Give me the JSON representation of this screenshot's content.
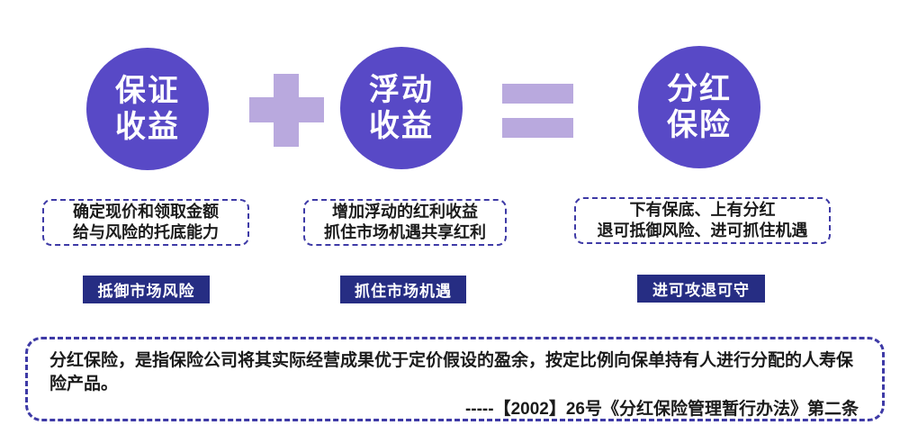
{
  "equation": {
    "term1": {
      "line1": "保证",
      "line2": "收益"
    },
    "operator_plus": "+",
    "term2": {
      "line1": "浮动",
      "line2": "收益"
    },
    "operator_equals": "=",
    "result": {
      "line1": "分红",
      "line2": "保险"
    }
  },
  "columns": [
    {
      "note_line1": "确定现价和领取金额",
      "note_line2": "给与风险的托底能力",
      "badge": "抵御市场风险"
    },
    {
      "note_line1": "增加浮动的红利收益",
      "note_line2": "抓住市场机遇共享红利",
      "badge": "抓住市场机遇"
    },
    {
      "note_line1": "下有保底、上有分红",
      "note_line2": "退可抵御风险、进可抓住机遇",
      "badge": "进可攻退可守"
    }
  ],
  "definition": {
    "text": "分红保险，是指保险公司将其实际经营成果优于定价假设的盈余，按定比例向保单持有人进行分配的人寿保险产品。",
    "source": "-----【2002】26号《分红保险管理暂行办法》第二条"
  },
  "colors": {
    "circle": "#5849C6",
    "operator": "#B9A9DE",
    "badge": "#262D83",
    "dashed_border": "#3E3AA6",
    "text_dark": "#1B1B1B"
  }
}
